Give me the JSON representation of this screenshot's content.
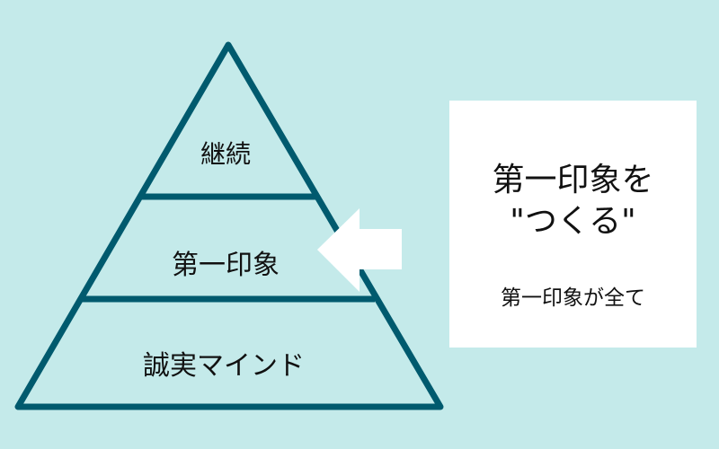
{
  "colors": {
    "background": "#c4eaea",
    "pyramid_stroke": "#005a6e",
    "arrow": "#ffffff",
    "box": "#ffffff",
    "text": "#111111"
  },
  "pyramid": {
    "levels": [
      {
        "label": "継続",
        "position": "top"
      },
      {
        "label": "第一印象",
        "position": "middle"
      },
      {
        "label": "誠実マインド",
        "position": "bottom"
      }
    ]
  },
  "arrow": {
    "direction": "left",
    "points_to": "第一印象"
  },
  "callout": {
    "title_line1": "第一印象を",
    "title_line2": "\"つくる\"",
    "subtitle": "第一印象が全て"
  }
}
